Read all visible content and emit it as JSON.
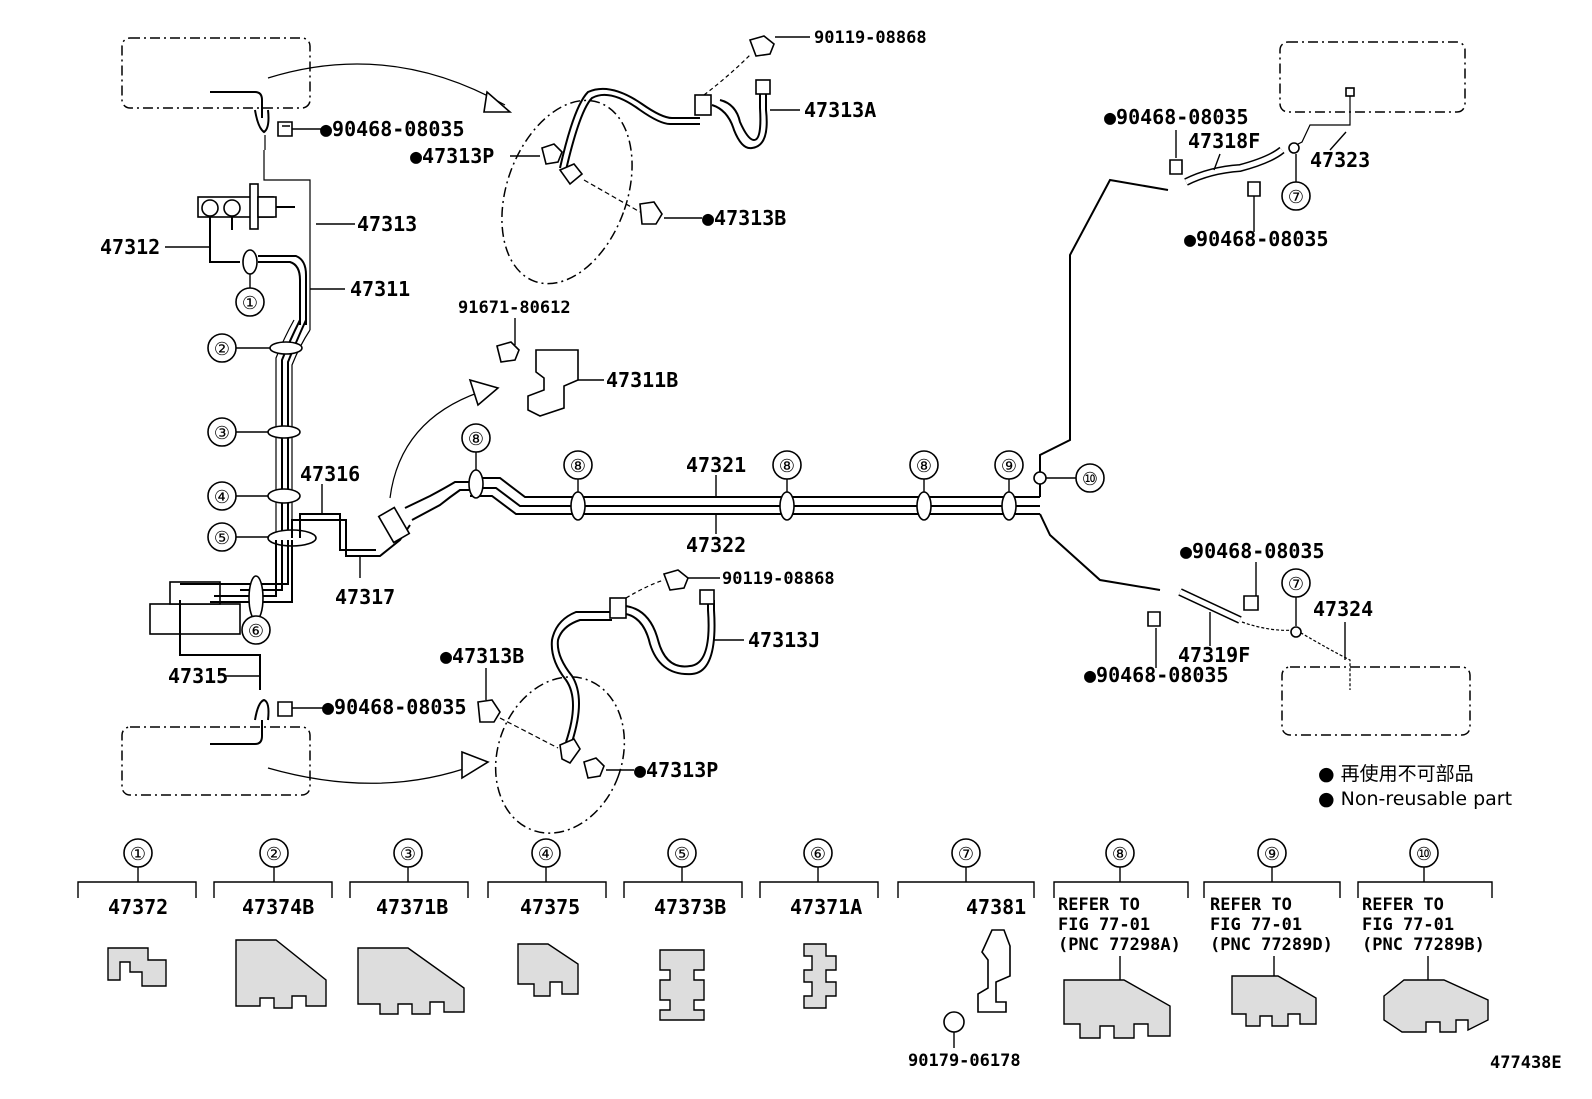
{
  "parts": {
    "p90119_08868_top": "90119-08868",
    "p47313A": "47313A",
    "p90468_top_left": "●90468-08035",
    "p47313P_top": "●47313P",
    "p47313B_top": "●47313B",
    "p47313": "47313",
    "p47312": "47312",
    "p47311": "47311",
    "p91671_80612": "91671-80612",
    "p47311B": "47311B",
    "p47316": "47316",
    "p47317": "47317",
    "p47315": "47315",
    "p90468_bottom_left": "●90468-08035",
    "p90119_08868_bottom": "90119-08868",
    "p47313J": "47313J",
    "p47313B_bottom": "●47313B",
    "p47313P_bottom": "●47313P",
    "p47321": "47321",
    "p47322": "47322",
    "p90468_top_right_a": "●90468-08035",
    "p47318F": "47318F",
    "p47323": "47323",
    "p90468_top_right_b": "●90468-08035",
    "p90468_mid_right": "●90468-08035",
    "p47324": "47324",
    "p47319F": "47319F",
    "p90468_low_right": "●90468-08035"
  },
  "clips": {
    "c1": "①",
    "c2": "②",
    "c3": "③",
    "c4": "④",
    "c5": "⑤",
    "c6": "⑥",
    "c7": "⑦",
    "c8": "⑧",
    "c9": "⑨",
    "c10": "⑩"
  },
  "legend": {
    "jp": "● 再使用不可部品",
    "en": "● Non-reusable part"
  },
  "bottom_row": [
    {
      "num": "①",
      "part": "47372"
    },
    {
      "num": "②",
      "part": "47374B"
    },
    {
      "num": "③",
      "part": "47371B"
    },
    {
      "num": "④",
      "part": "47375"
    },
    {
      "num": "⑤",
      "part": "47373B"
    },
    {
      "num": "⑥",
      "part": "47371A"
    },
    {
      "num": "⑦",
      "part": "47381",
      "extra": "90179-06178"
    },
    {
      "num": "⑧",
      "refer": [
        "REFER TO",
        "FIG 77-01",
        "(PNC 77298A)"
      ]
    },
    {
      "num": "⑨",
      "refer": [
        "REFER TO",
        "FIG 77-01",
        "(PNC 77289D)"
      ]
    },
    {
      "num": "⑩",
      "refer": [
        "REFER TO",
        "FIG 77-01",
        "(PNC 77289B)"
      ]
    }
  ],
  "figure_id": "477438E"
}
